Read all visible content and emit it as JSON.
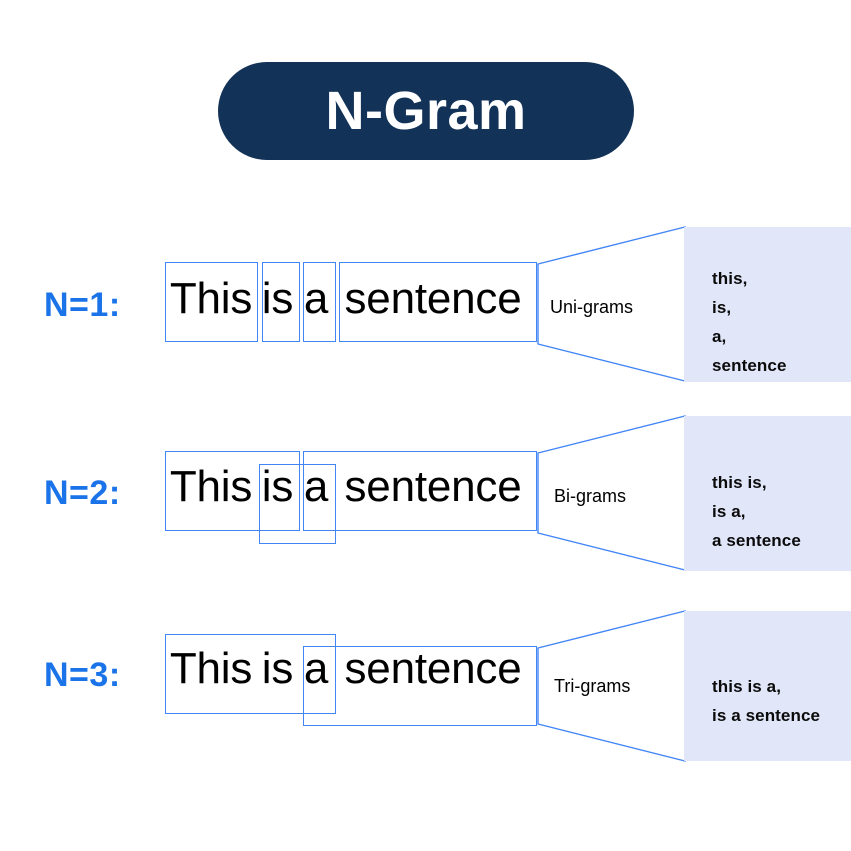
{
  "title": {
    "text": "N-Gram",
    "badge_color": "#133257",
    "text_color": "#ffffff"
  },
  "colors": {
    "accent_blue": "#1a73e8",
    "box_outline": "#4285f4",
    "panel_bg": "#e1e6f9",
    "sentence_text": "#000000",
    "background": "#ffffff"
  },
  "rows": [
    {
      "label": "N=1:",
      "sentence": "This is a sentence",
      "words": [
        "This",
        "is",
        "a",
        "sentence"
      ],
      "funnel_label": "Uni-grams",
      "outputs": [
        "this,",
        "is,",
        "a,",
        "sentence"
      ],
      "output_text": "this,\nis,\na,\nsentence"
    },
    {
      "label": "N=2:",
      "sentence": "This is a sentence",
      "words": [
        "This",
        "is",
        "a",
        "sentence"
      ],
      "funnel_label": "Bi-grams",
      "outputs": [
        "this is,",
        "is a,",
        "a sentence"
      ],
      "output_text": "this is,\nis a,\na sentence"
    },
    {
      "label": "N=3:",
      "sentence": "This is a sentence",
      "words": [
        "This",
        "is",
        "a",
        "sentence"
      ],
      "funnel_label": "Tri-grams",
      "outputs": [
        "this is a,",
        "is a sentence"
      ],
      "output_text": "this is a,\nis a sentence"
    }
  ]
}
